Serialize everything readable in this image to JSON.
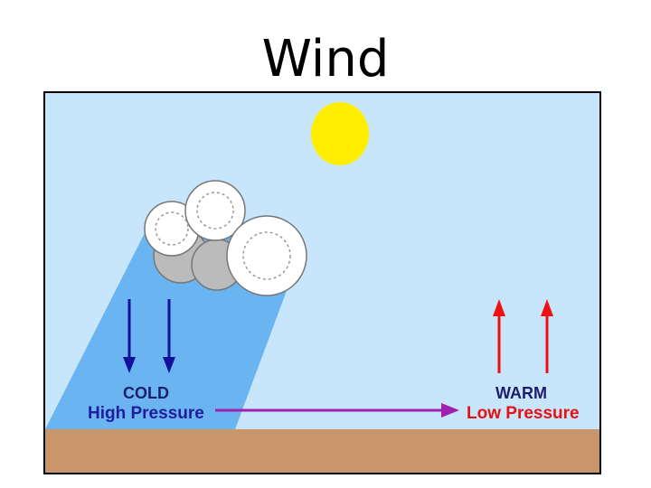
{
  "title": "Wind",
  "cold_side": {
    "label": "COLD",
    "pressure": "High Pressure"
  },
  "warm_side": {
    "label": "WARM",
    "pressure": "Low Pressure"
  },
  "colors": {
    "sky": "#c8e6fb",
    "ground": "#c8966a",
    "sun": "#ffee00",
    "cold_column": "#6bb4f2",
    "sinking_arrows": "#111199",
    "rising_arrows": "#ee1111",
    "wind_arrow": "#a020b0"
  },
  "icons": [
    "sun-icon",
    "cloud-icon"
  ]
}
